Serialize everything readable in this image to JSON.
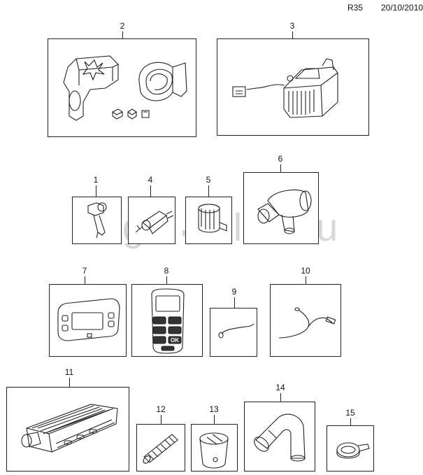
{
  "header": {
    "code": "R35",
    "date": "20/10/2010"
  },
  "watermark": {
    "left": "gm",
    "right": "sklad",
    "tld": "ru"
  },
  "parts": [
    {
      "id": "1",
      "label": "1"
    },
    {
      "id": "2",
      "label": "2"
    },
    {
      "id": "3",
      "label": "3"
    },
    {
      "id": "4",
      "label": "4"
    },
    {
      "id": "5",
      "label": "5"
    },
    {
      "id": "6",
      "label": "6"
    },
    {
      "id": "7",
      "label": "7"
    },
    {
      "id": "8",
      "label": "8"
    },
    {
      "id": "9",
      "label": "9"
    },
    {
      "id": "10",
      "label": "10"
    },
    {
      "id": "11",
      "label": "11"
    },
    {
      "id": "12",
      "label": "12"
    },
    {
      "id": "13",
      "label": "13"
    },
    {
      "id": "14",
      "label": "14"
    },
    {
      "id": "15",
      "label": "15"
    }
  ],
  "remote_buttons": {
    "ok": "OK"
  }
}
